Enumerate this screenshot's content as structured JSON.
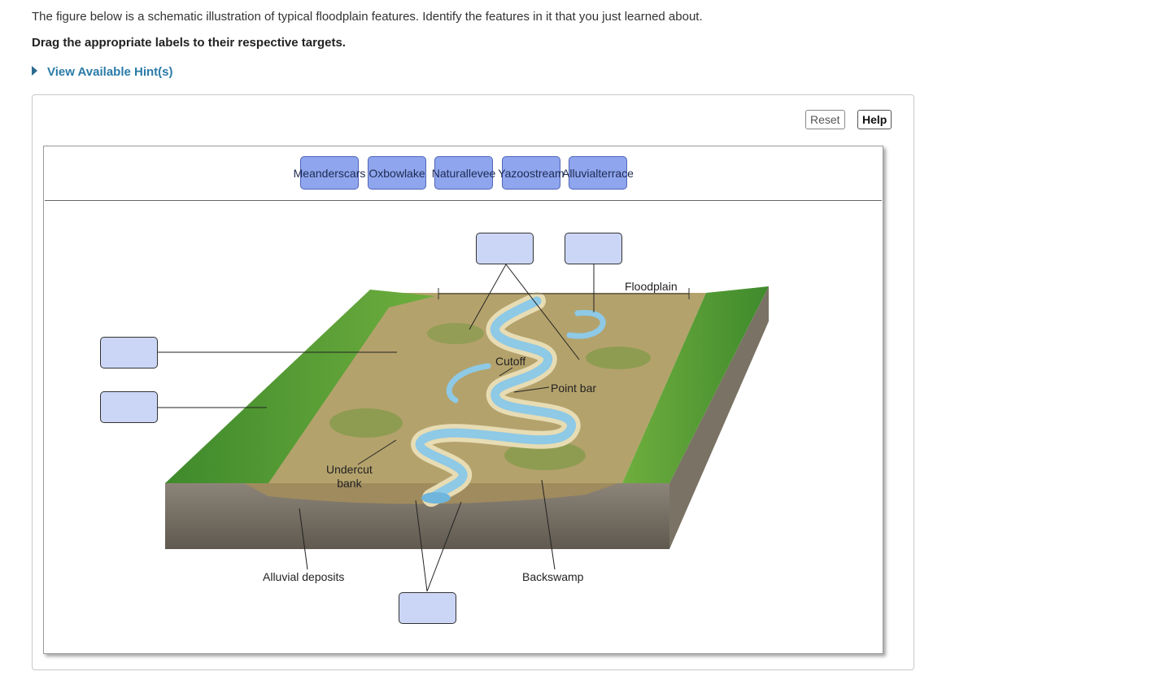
{
  "prompt": "The figure below is a schematic illustration of typical floodplain features. Identify the features in it that you just learned about.",
  "instruction": "Drag the appropriate labels to their respective targets.",
  "hint_link": "View Available Hint(s)",
  "toolbar": {
    "reset_label": "Reset",
    "help_label": "Help"
  },
  "label_bank": [
    {
      "line1": "Meander",
      "line2": "scars"
    },
    {
      "line1": "Oxbow",
      "line2": "lake"
    },
    {
      "line1": "Natural",
      "line2": "levee"
    },
    {
      "line1": "Yazoo",
      "line2": "stream"
    },
    {
      "line1": "Alluvial",
      "line2": "terrace"
    }
  ],
  "figure_labels": {
    "floodplain": "Floodplain",
    "cutoff": "Cutoff",
    "point_bar": "Point bar",
    "undercut_line1": "Undercut",
    "undercut_line2": "bank",
    "alluvial_deposits": "Alluvial deposits",
    "backswamp": "Backswamp"
  },
  "drop_targets": [
    "top-left-target",
    "top-right-target",
    "left-upper-target",
    "left-lower-target",
    "bottom-target"
  ],
  "colors": {
    "chip": "#8fa6ee",
    "drop_target": "#cbd6f6",
    "hint_link": "#2a7ba8",
    "river": "#8ec9e6",
    "grass": "#4e9a35",
    "soil": "#b4a26c"
  }
}
